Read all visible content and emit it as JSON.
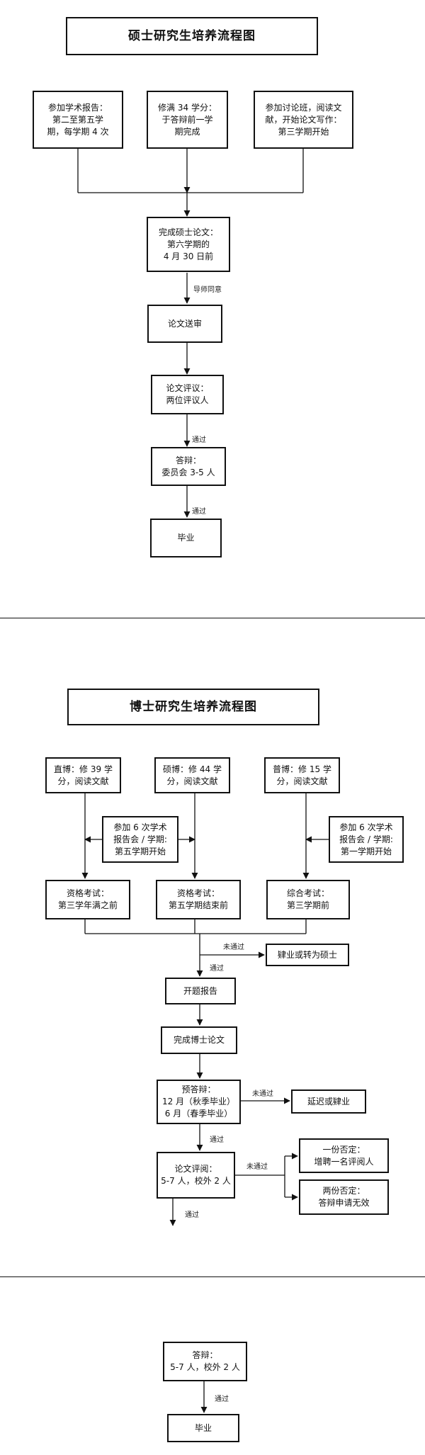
{
  "masters": {
    "title": "硕士研究生培养流程图",
    "box_report": "参加学术报告：\n第二至第五学\n期，每学期 4 次",
    "box_credits": "修满 34 学分：\n于答辩前一学\n期完成",
    "box_seminar": "参加讨论班，阅读文\n献，开始论文写作：\n第三学期开始",
    "box_thesis": "完成硕士论文：\n第六学期的\n4 月 30 日前",
    "label_advisor": "导师同意",
    "box_submit": "论文送审",
    "box_review": "论文评议：\n两位评议人",
    "label_pass_1": "通过",
    "box_defense": "答辩：\n委员会 3-5 人",
    "label_pass_2": "通过",
    "box_graduate": "毕业"
  },
  "doctoral": {
    "title": "博士研究生培养流程图",
    "box_direct": "直博：修 39 学\n分，阅读文献",
    "box_ms_phd": "硕博：修 44 学\n分，阅读文献",
    "box_regular": "普博：修 15 学\n分，阅读文献",
    "box_report_5": "参加 6 次学术\n报告会 / 学期:\n第五学期开始",
    "box_report_1": "参加 6 次学术\n报告会 / 学期:\n第一学期开始",
    "box_exam_direct": "资格考试：\n第三学年满之前",
    "box_exam_ms_phd": "资格考试：\n第五学期结束前",
    "box_exam_regular": "综合考试：\n第三学期前",
    "label_fail_1": "未通过",
    "box_drop": "肄业或转为硕士",
    "label_pass_1": "通过",
    "box_proposal": "开题报告",
    "box_thesis": "完成博士论文",
    "box_predefense": "预答辩：\n12 月（秋季毕业）\n6 月（春季毕业）",
    "label_fail_2": "未通过",
    "box_delay": "延迟或肄业",
    "label_pass_2": "通过",
    "box_review": "论文评阅：\n5-7 人，校外 2 人",
    "label_fail_3": "未通过",
    "box_one_neg": "一份否定：\n增聘一名评阅人",
    "box_two_neg": "两份否定：\n答辩申请无效",
    "label_pass_3": "通过",
    "box_defense": "答辩：\n5-7 人，校外 2 人",
    "label_pass_4": "通过",
    "box_graduate": "毕业"
  }
}
